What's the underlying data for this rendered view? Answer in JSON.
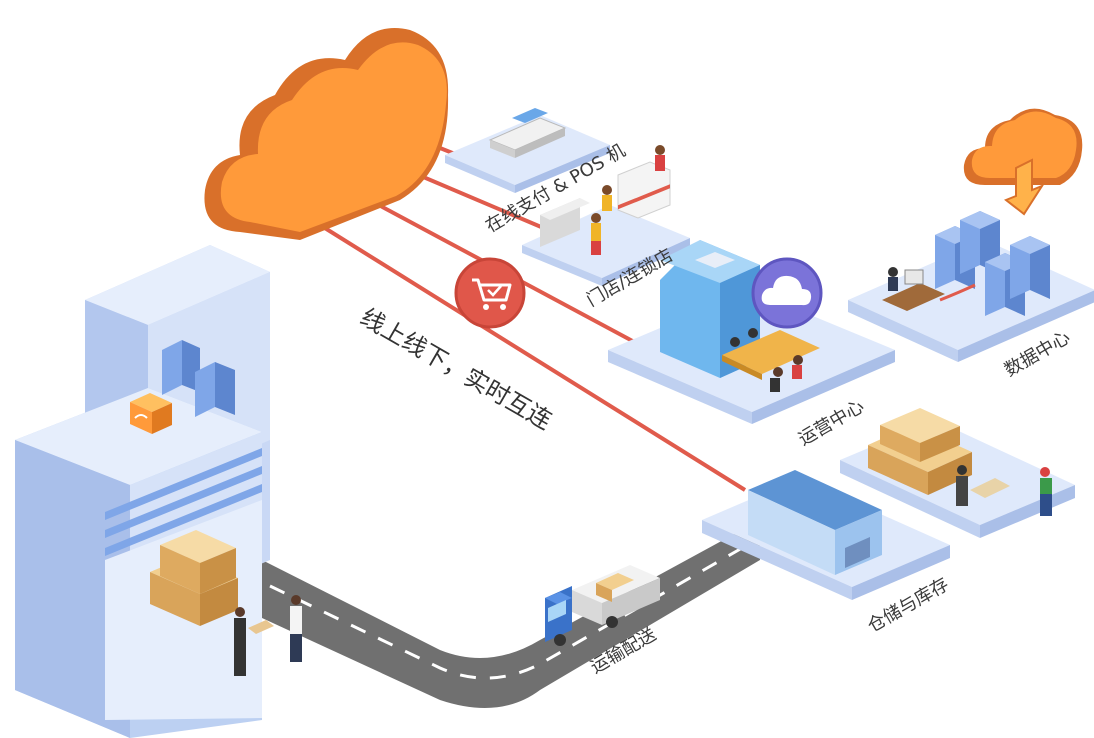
{
  "labels": {
    "online_payment": "在线支付 & POS 机",
    "store_chain": "门店/连锁店",
    "online_offline": "线上线下，实时互连",
    "operations_center": "运营中心",
    "data_center": "数据中心",
    "warehouse_inventory": "仓储与库存",
    "transport_delivery": "运输配送"
  },
  "colors": {
    "cloud_main": "#ff9a3a",
    "cloud_shadow": "#d9702a",
    "link_line": "#e05b4c",
    "platform_top": "#dfe9fb",
    "platform_side": "#bfd0f0",
    "building_light": "#e6eefc",
    "building_mid": "#c9d8f5",
    "server_blue": "#7fa6e8",
    "road": "#6b6b6b",
    "cart_badge": "#e0574a",
    "cloud_badge": "#7b73d9"
  },
  "icons": [
    "cloud-icon",
    "shopping-cart-icon",
    "purple-cloud-icon",
    "cloud-download-icon",
    "wifi-box-icon",
    "pos-terminal-icon",
    "truck-icon",
    "warehouse-icon",
    "server-rack-icon"
  ]
}
